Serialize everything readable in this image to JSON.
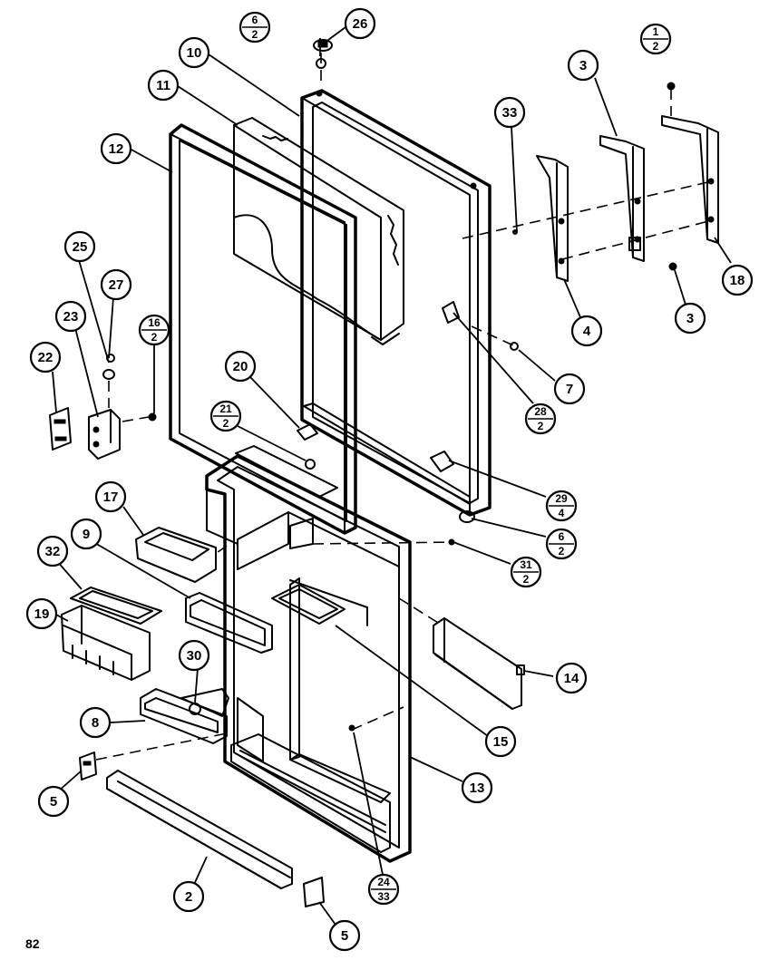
{
  "page_number": "82",
  "callouts": [
    {
      "label": "26"
    },
    {
      "label": "10"
    },
    {
      "label": "11"
    },
    {
      "label": "12"
    },
    {
      "label": "3"
    },
    {
      "label": "33"
    },
    {
      "label": "18"
    },
    {
      "label": "4"
    },
    {
      "label": "3"
    },
    {
      "label": "7"
    },
    {
      "label": "25"
    },
    {
      "label": "27"
    },
    {
      "label": "23"
    },
    {
      "label": "22"
    },
    {
      "label": "20"
    },
    {
      "label": "17"
    },
    {
      "label": "9"
    },
    {
      "label": "32"
    },
    {
      "label": "19"
    },
    {
      "label": "30"
    },
    {
      "label": "8"
    },
    {
      "label": "5"
    },
    {
      "label": "2"
    },
    {
      "label": "5"
    },
    {
      "label": "13"
    },
    {
      "label": "15"
    },
    {
      "label": "14"
    }
  ],
  "fraction_callouts": [
    {
      "top": "6",
      "bottom": "2"
    },
    {
      "top": "1",
      "bottom": "2"
    },
    {
      "top": "16",
      "bottom": "2"
    },
    {
      "top": "21",
      "bottom": "2"
    },
    {
      "top": "28",
      "bottom": "2"
    },
    {
      "top": "29",
      "bottom": "4"
    },
    {
      "top": "6",
      "bottom": "2"
    },
    {
      "top": "31",
      "bottom": "2"
    },
    {
      "top": "24",
      "bottom": "33"
    }
  ]
}
